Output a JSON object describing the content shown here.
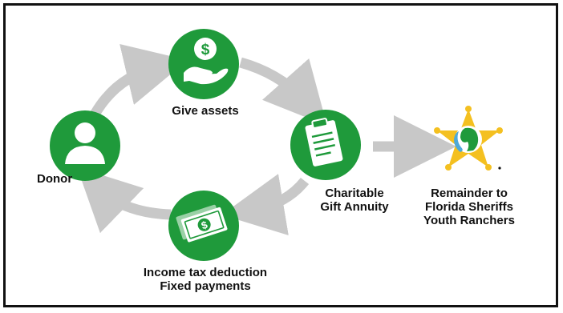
{
  "colors": {
    "node_green": "#1f9a3b",
    "arrow_gray": "#c8c8c8",
    "star_gold": "#f4c020",
    "text": "#111111"
  },
  "nodes": {
    "give_assets": {
      "icon": "hand-dollar-icon",
      "label": "Give assets"
    },
    "donor": {
      "icon": "person-icon",
      "label": "Donor"
    },
    "annuity": {
      "icon": "clipboard-icon",
      "label_lines": [
        "Charitable",
        "Gift Annuity"
      ]
    },
    "payments": {
      "icon": "money-bills-icon",
      "label_lines": [
        "Income tax deduction",
        "Fixed payments"
      ]
    },
    "remainder": {
      "icon": "sheriff-star-icon",
      "label_lines": [
        "Remainder to",
        "Florida Sheriffs",
        "Youth Ranchers"
      ]
    }
  }
}
